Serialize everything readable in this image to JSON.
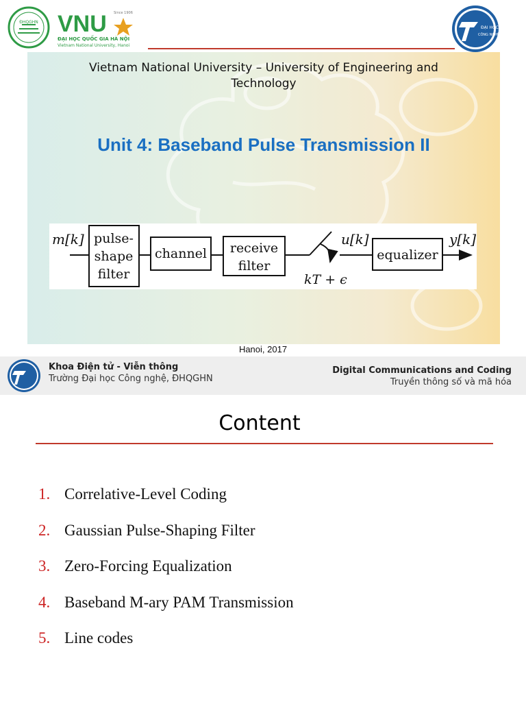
{
  "slide1": {
    "logo_vnu": {
      "badge_text": "ĐHQGHN",
      "brand": "VNU",
      "since": "Since 1906",
      "line1": "ĐẠI HỌC QUỐC GIA HÀ NỘI",
      "line2": "Vietnam National University, Hanoi"
    },
    "logo_uet": {
      "text_top": "ĐẠI HỌC",
      "text_bottom": "CÔNG NGHỆ"
    },
    "university_line1": "Vietnam National University – University of Engineering and",
    "university_line2": "Technology",
    "title": "Unit 4: Baseband Pulse Transmission II",
    "diagram": {
      "input_label": "m[k]",
      "block1_line1": "pulse-",
      "block1_line2": "shape",
      "block1_line3": "filter",
      "block2": "channel",
      "block3_line1": "receive",
      "block3_line2": "filter",
      "sampling_label": "kT + ϵ",
      "mid_label": "u[k]",
      "block4": "equalizer",
      "output_label": "y[k]"
    },
    "footer": "Hanoi, 2017"
  },
  "slide2": {
    "header": {
      "faculty": "Khoa Điện tử - Viễn thông",
      "school": "Trường Đại học Công nghệ, ĐHQGHN",
      "course": "Digital Communications and Coding",
      "course_vn": "Truyền thông số và mã hóa"
    },
    "title": "Content",
    "items": [
      {
        "num": "1.",
        "label": "Correlative-Level Coding"
      },
      {
        "num": "2.",
        "label": "Gaussian Pulse-Shaping Filter"
      },
      {
        "num": "3.",
        "label": "Zero-Forcing Equalization"
      },
      {
        "num": "4.",
        "label": "Baseband M-ary PAM Transmission"
      },
      {
        "num": "5.",
        "label": "Line codes"
      }
    ]
  },
  "colors": {
    "title_blue": "#1a6fc2",
    "accent_red": "#c0392b",
    "number_red": "#cc2222",
    "vnu_green": "#2e9b45"
  }
}
